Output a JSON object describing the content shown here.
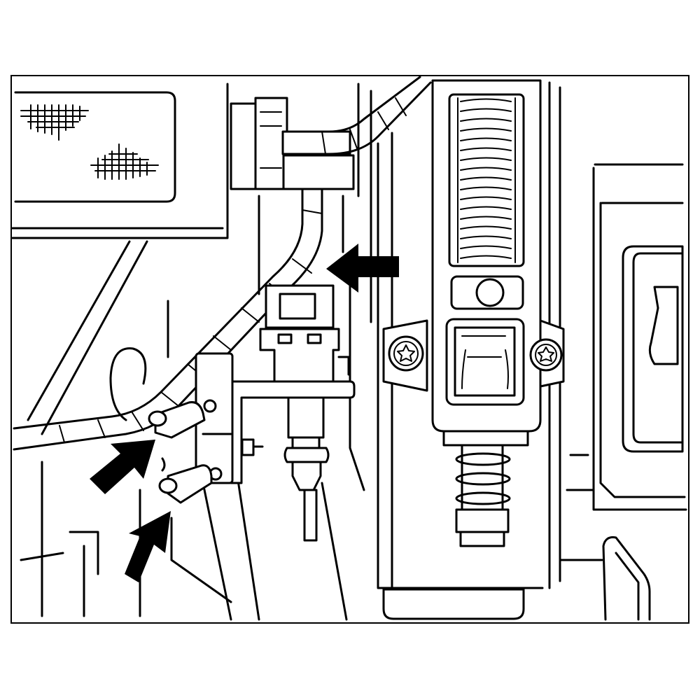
{
  "figure": {
    "background": "#ffffff",
    "line_color": "#000000",
    "callout_arrows": [
      {
        "id": "arrow-upper-right",
        "points_to": "connector-clip"
      },
      {
        "id": "arrow-lower-left-1",
        "points_to": "harness-clip-upper"
      },
      {
        "id": "arrow-lower-left-2",
        "points_to": "harness-clip-lower"
      }
    ],
    "icons": [
      "torx-screw-icon",
      "callout-arrow-icon"
    ]
  }
}
